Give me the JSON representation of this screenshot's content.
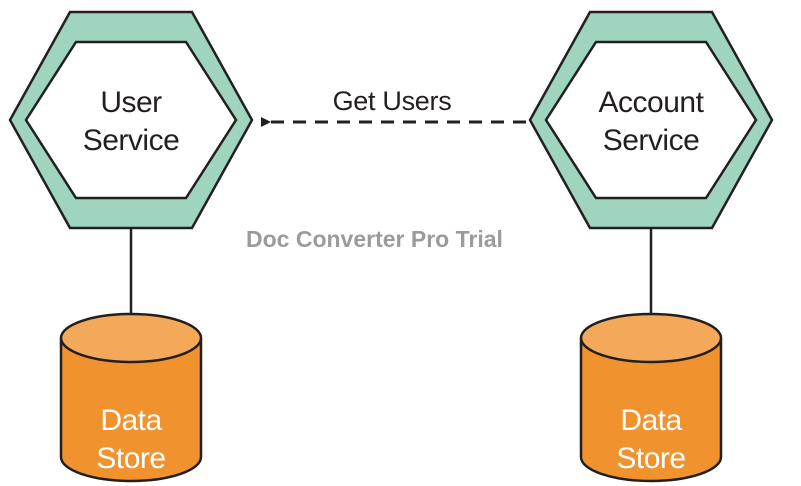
{
  "services": [
    {
      "id": "user-service",
      "lines": [
        "User",
        "Service"
      ]
    },
    {
      "id": "account-service",
      "lines": [
        "Account",
        "Service"
      ]
    }
  ],
  "data_stores": [
    {
      "id": "user-data-store",
      "lines": [
        "Data",
        "Store"
      ]
    },
    {
      "id": "account-data-store",
      "lines": [
        "Data",
        "Store"
      ]
    }
  ],
  "edges": [
    {
      "from": "account-service",
      "to": "user-service",
      "label": "Get Users",
      "style": "dashed-arrow"
    }
  ],
  "watermark": "Doc Converter Pro Trial",
  "colors": {
    "hex_outer_fill": "#9fd4bf",
    "hex_inner_fill": "#ffffff",
    "stroke": "#231f20",
    "db_body": "#f0922e",
    "db_top": "#f4a95a",
    "db_text": "#ffffff"
  }
}
